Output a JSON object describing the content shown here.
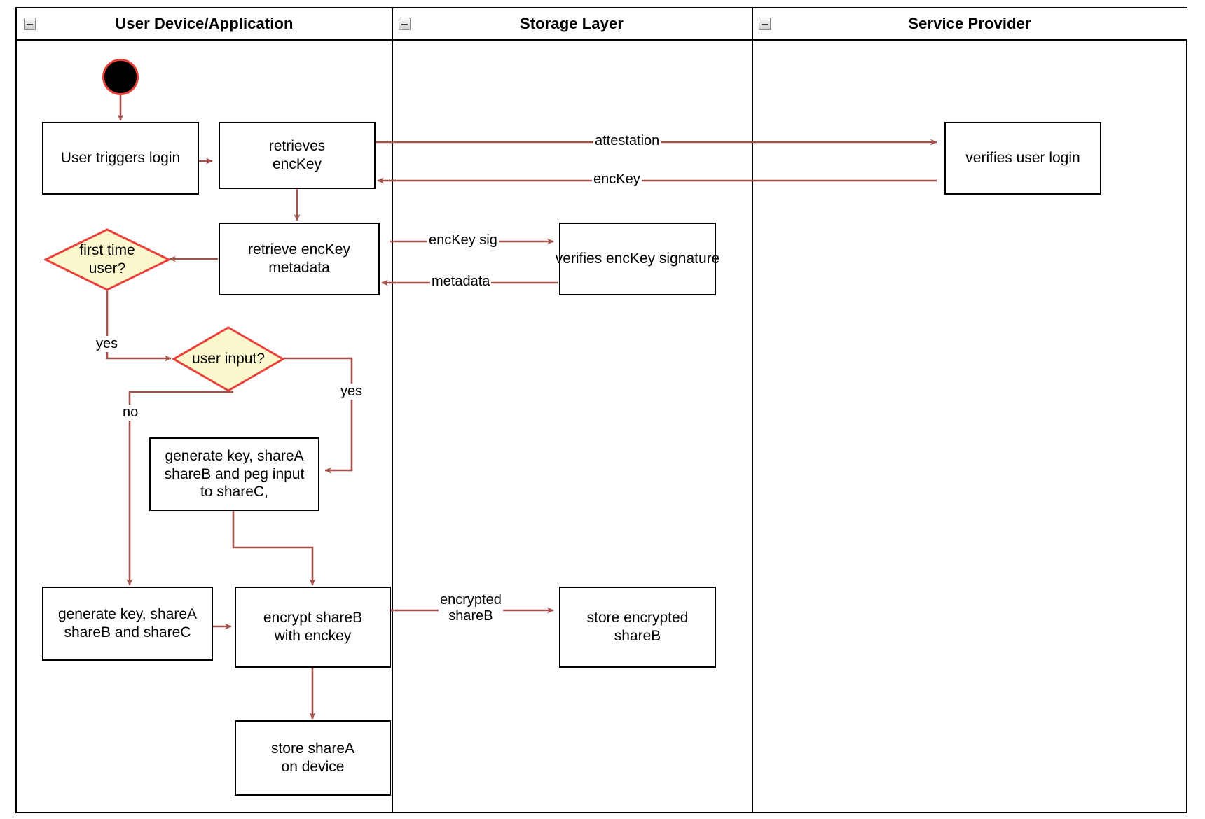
{
  "diagram": {
    "type": "uml-activity-swimlane",
    "accent_edge_color": "#a2514b",
    "decision_fill": "#fbf8cd",
    "decision_stroke": "#e8413a",
    "start_node_fill": "#000000",
    "start_node_stroke": "#e8413a",
    "node_stroke": "#000000",
    "background": "#ffffff"
  },
  "lanes": [
    {
      "id": "user-device",
      "title": "User Device/Application",
      "collapse_icon": "minus-icon"
    },
    {
      "id": "storage-layer",
      "title": "Storage Layer",
      "collapse_icon": "minus-icon"
    },
    {
      "id": "service-provider",
      "title": "Service Provider",
      "collapse_icon": "minus-icon"
    }
  ],
  "nodes": [
    {
      "id": "start",
      "kind": "initial-node",
      "lane": "user-device",
      "label": ""
    },
    {
      "id": "user-triggers-login",
      "kind": "action",
      "lane": "user-device",
      "label": "User triggers login"
    },
    {
      "id": "retrieves-enckey",
      "kind": "action",
      "lane": "user-device",
      "label": "retrieves\nencKey"
    },
    {
      "id": "verifies-user-login",
      "kind": "action",
      "lane": "service-provider",
      "label": "verifies user login"
    },
    {
      "id": "retrieve-enckey-metadata",
      "kind": "action",
      "lane": "user-device",
      "label": "retrieve encKey\nmetadata"
    },
    {
      "id": "verifies-enckey-signature",
      "kind": "action",
      "lane": "storage-layer",
      "label": "verifies encKey signature"
    },
    {
      "id": "first-time-user",
      "kind": "decision",
      "lane": "user-device",
      "label": "first time\nuser?"
    },
    {
      "id": "user-input",
      "kind": "decision",
      "lane": "user-device",
      "label": "user input?"
    },
    {
      "id": "generate-peg-input",
      "kind": "action",
      "lane": "user-device",
      "label": "generate key, shareA\nshareB and peg input\nto shareC,"
    },
    {
      "id": "generate-shares",
      "kind": "action",
      "lane": "user-device",
      "label": "generate key, shareA\nshareB and shareC"
    },
    {
      "id": "encrypt-shareb",
      "kind": "action",
      "lane": "user-device",
      "label": "encrypt shareB\nwith enckey"
    },
    {
      "id": "store-encrypted-shareb",
      "kind": "action",
      "lane": "storage-layer",
      "label": "store encrypted\nshareB"
    },
    {
      "id": "store-sharea-on-device",
      "kind": "action",
      "lane": "user-device",
      "label": "store shareA\non device"
    }
  ],
  "edges": [
    {
      "id": "e-start-login",
      "from": "start",
      "to": "user-triggers-login",
      "label": ""
    },
    {
      "id": "e-login-retrieves",
      "from": "user-triggers-login",
      "to": "retrieves-enckey",
      "label": ""
    },
    {
      "id": "e-attestation",
      "from": "retrieves-enckey",
      "to": "verifies-user-login",
      "label": "attestation"
    },
    {
      "id": "e-enckey-back",
      "from": "verifies-user-login",
      "to": "retrieves-enckey",
      "label": "encKey"
    },
    {
      "id": "e-retrieves-metadata",
      "from": "retrieves-enckey",
      "to": "retrieve-enckey-metadata",
      "label": ""
    },
    {
      "id": "e-enckey-sig",
      "from": "retrieve-enckey-metadata",
      "to": "verifies-enckey-signature",
      "label": "encKey sig"
    },
    {
      "id": "e-metadata-back",
      "from": "verifies-enckey-signature",
      "to": "retrieve-enckey-metadata",
      "label": "metadata"
    },
    {
      "id": "e-metadata-firsttime",
      "from": "retrieve-enckey-metadata",
      "to": "first-time-user",
      "label": ""
    },
    {
      "id": "e-firsttime-yes",
      "from": "first-time-user",
      "to": "user-input",
      "label": "yes"
    },
    {
      "id": "e-userinput-yes",
      "from": "user-input",
      "to": "generate-peg-input",
      "label": "yes"
    },
    {
      "id": "e-userinput-no",
      "from": "user-input",
      "to": "generate-shares",
      "label": "no"
    },
    {
      "id": "e-peg-encrypt",
      "from": "generate-peg-input",
      "to": "encrypt-shareb",
      "label": ""
    },
    {
      "id": "e-shares-encrypt",
      "from": "generate-shares",
      "to": "encrypt-shareb",
      "label": ""
    },
    {
      "id": "e-encrypted-shareb",
      "from": "encrypt-shareb",
      "to": "store-encrypted-shareb",
      "label": "encrypted\nshareB"
    },
    {
      "id": "e-encrypt-store-sharea",
      "from": "encrypt-shareb",
      "to": "store-sharea-on-device",
      "label": ""
    }
  ],
  "edge_labels": {
    "attestation": "attestation",
    "enckey": "encKey",
    "enckey_sig": "encKey sig",
    "metadata": "metadata",
    "yes_first_time": "yes",
    "yes_user_input": "yes",
    "no_user_input": "no",
    "encrypted_shareb": "encrypted\nshareB"
  }
}
